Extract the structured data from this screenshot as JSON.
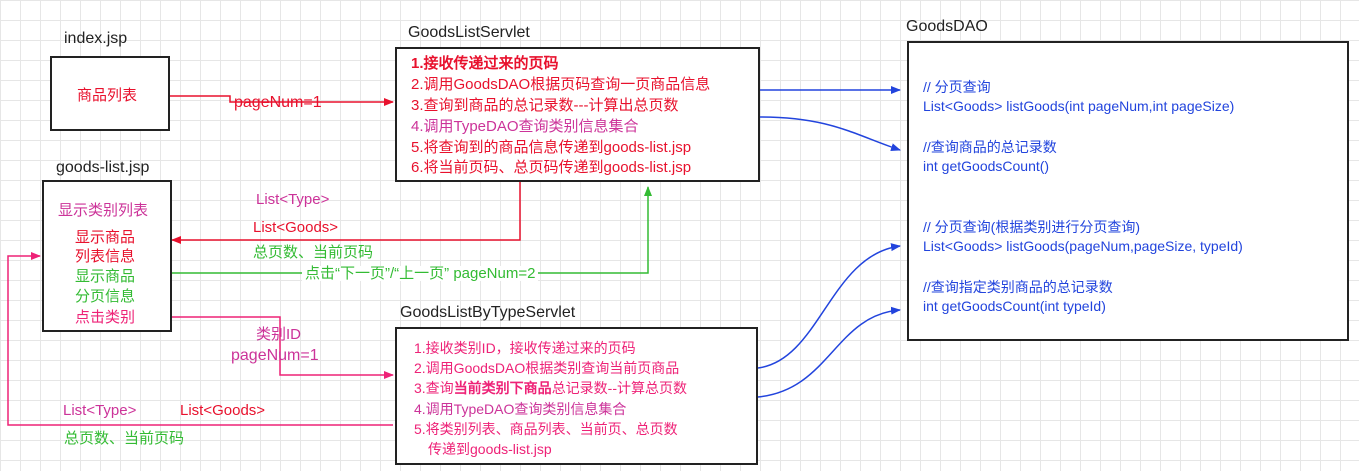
{
  "colors": {
    "red": "#e8112d",
    "magenta": "#cc3399",
    "green": "#33bb33",
    "blue": "#2244dd",
    "border": "#222222"
  },
  "nodes": {
    "index": {
      "title": "index.jsp",
      "text": "商品列表"
    },
    "goods_list": {
      "title": "goods-list.jsp",
      "line1": "显示类别列表",
      "line2": "显示商品",
      "line3": "列表信息",
      "line4": "显示商品",
      "line5": "分页信息",
      "line6": "点击类别"
    },
    "servlet": {
      "title": "GoodsListServlet",
      "s1": "1.接收传递过来的页码",
      "s2": "2.调用GoodsDAO根据页码查询一页商品信息",
      "s3": "3.查询到商品的总记录数---计算出总页数",
      "s4": "4.调用TypeDAO查询类别信息集合",
      "s5": "5.将查询到的商品信息传递到goods-list.jsp",
      "s6": "6.将当前页码、总页码传递到goods-list.jsp"
    },
    "type_servlet": {
      "title": "GoodsListByTypeServlet",
      "s1": "1.接收类别ID，接收传递过来的页码",
      "s2": "2.调用GoodsDAO根据类别查询当前页商品",
      "s3a": "3.查询",
      "s3b": "当前类别下商品",
      "s3c": "总记录数--计算总页数",
      "s4": "4.调用TypeDAO查询类别信息集合",
      "s5a": "5.将类别列表、商品列表、当前页、总页数",
      "s5b": "传递到goods-list.jsp"
    },
    "dao": {
      "title": "GoodsDAO",
      "c1": "// 分页查询",
      "m1": "List<Goods> listGoods(int pageNum,int pageSize)",
      "c2": "//查询商品的总记录数",
      "m2": "int getGoodsCount()",
      "c3": "// 分页查询(根据类别进行分页查询)",
      "m3": "List<Goods> listGoods(pageNum,pageSize, typeId)",
      "c4": "//查询指定类别商品的总记录数",
      "m4": "int getGoodsCount(int typeId)"
    }
  },
  "edges": {
    "e1": "pageNum=1",
    "e2a": "List<Type>",
    "e2b": "List<Goods>",
    "e2c": "总页数、当前页码",
    "e3": "点击“下一页”/“上一页” pageNum=2",
    "e4a": "类别ID",
    "e4b": "pageNum=1",
    "e5a": "List<Type>",
    "e5b": "List<Goods>",
    "e5c": "总页数、当前页码"
  }
}
